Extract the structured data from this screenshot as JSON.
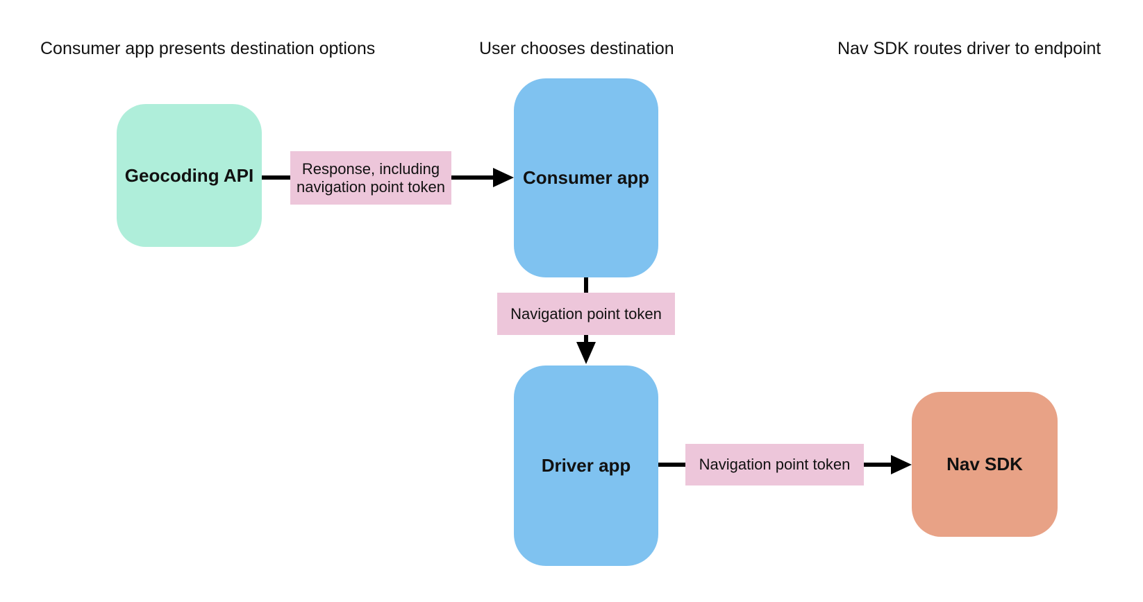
{
  "diagram": {
    "stage_headers": [
      {
        "label": "Consumer app presents destination options"
      },
      {
        "label": "User chooses destination"
      },
      {
        "label": "Nav SDK routes driver to endpoint"
      }
    ],
    "nodes": {
      "geocoding_api": {
        "label": "Geocoding API",
        "color": "#AFEEDA"
      },
      "consumer_app": {
        "label": "Consumer app",
        "color": "#7FC2F0"
      },
      "driver_app": {
        "label": "Driver app",
        "color": "#7FC2F0"
      },
      "nav_sdk": {
        "label": "Nav SDK",
        "color": "#E8A286"
      }
    },
    "edges": {
      "geocoding_to_consumer": {
        "label": "Response, including navigation point token",
        "label_color": "#EDC6DA"
      },
      "consumer_to_driver": {
        "label": "Navigation point token",
        "label_color": "#EDC6DA"
      },
      "driver_to_navsdk": {
        "label": "Navigation point token",
        "label_color": "#EDC6DA"
      }
    },
    "colors": {
      "background": "#FFFFFF",
      "arrow": "#000000",
      "text": "#111111"
    }
  }
}
